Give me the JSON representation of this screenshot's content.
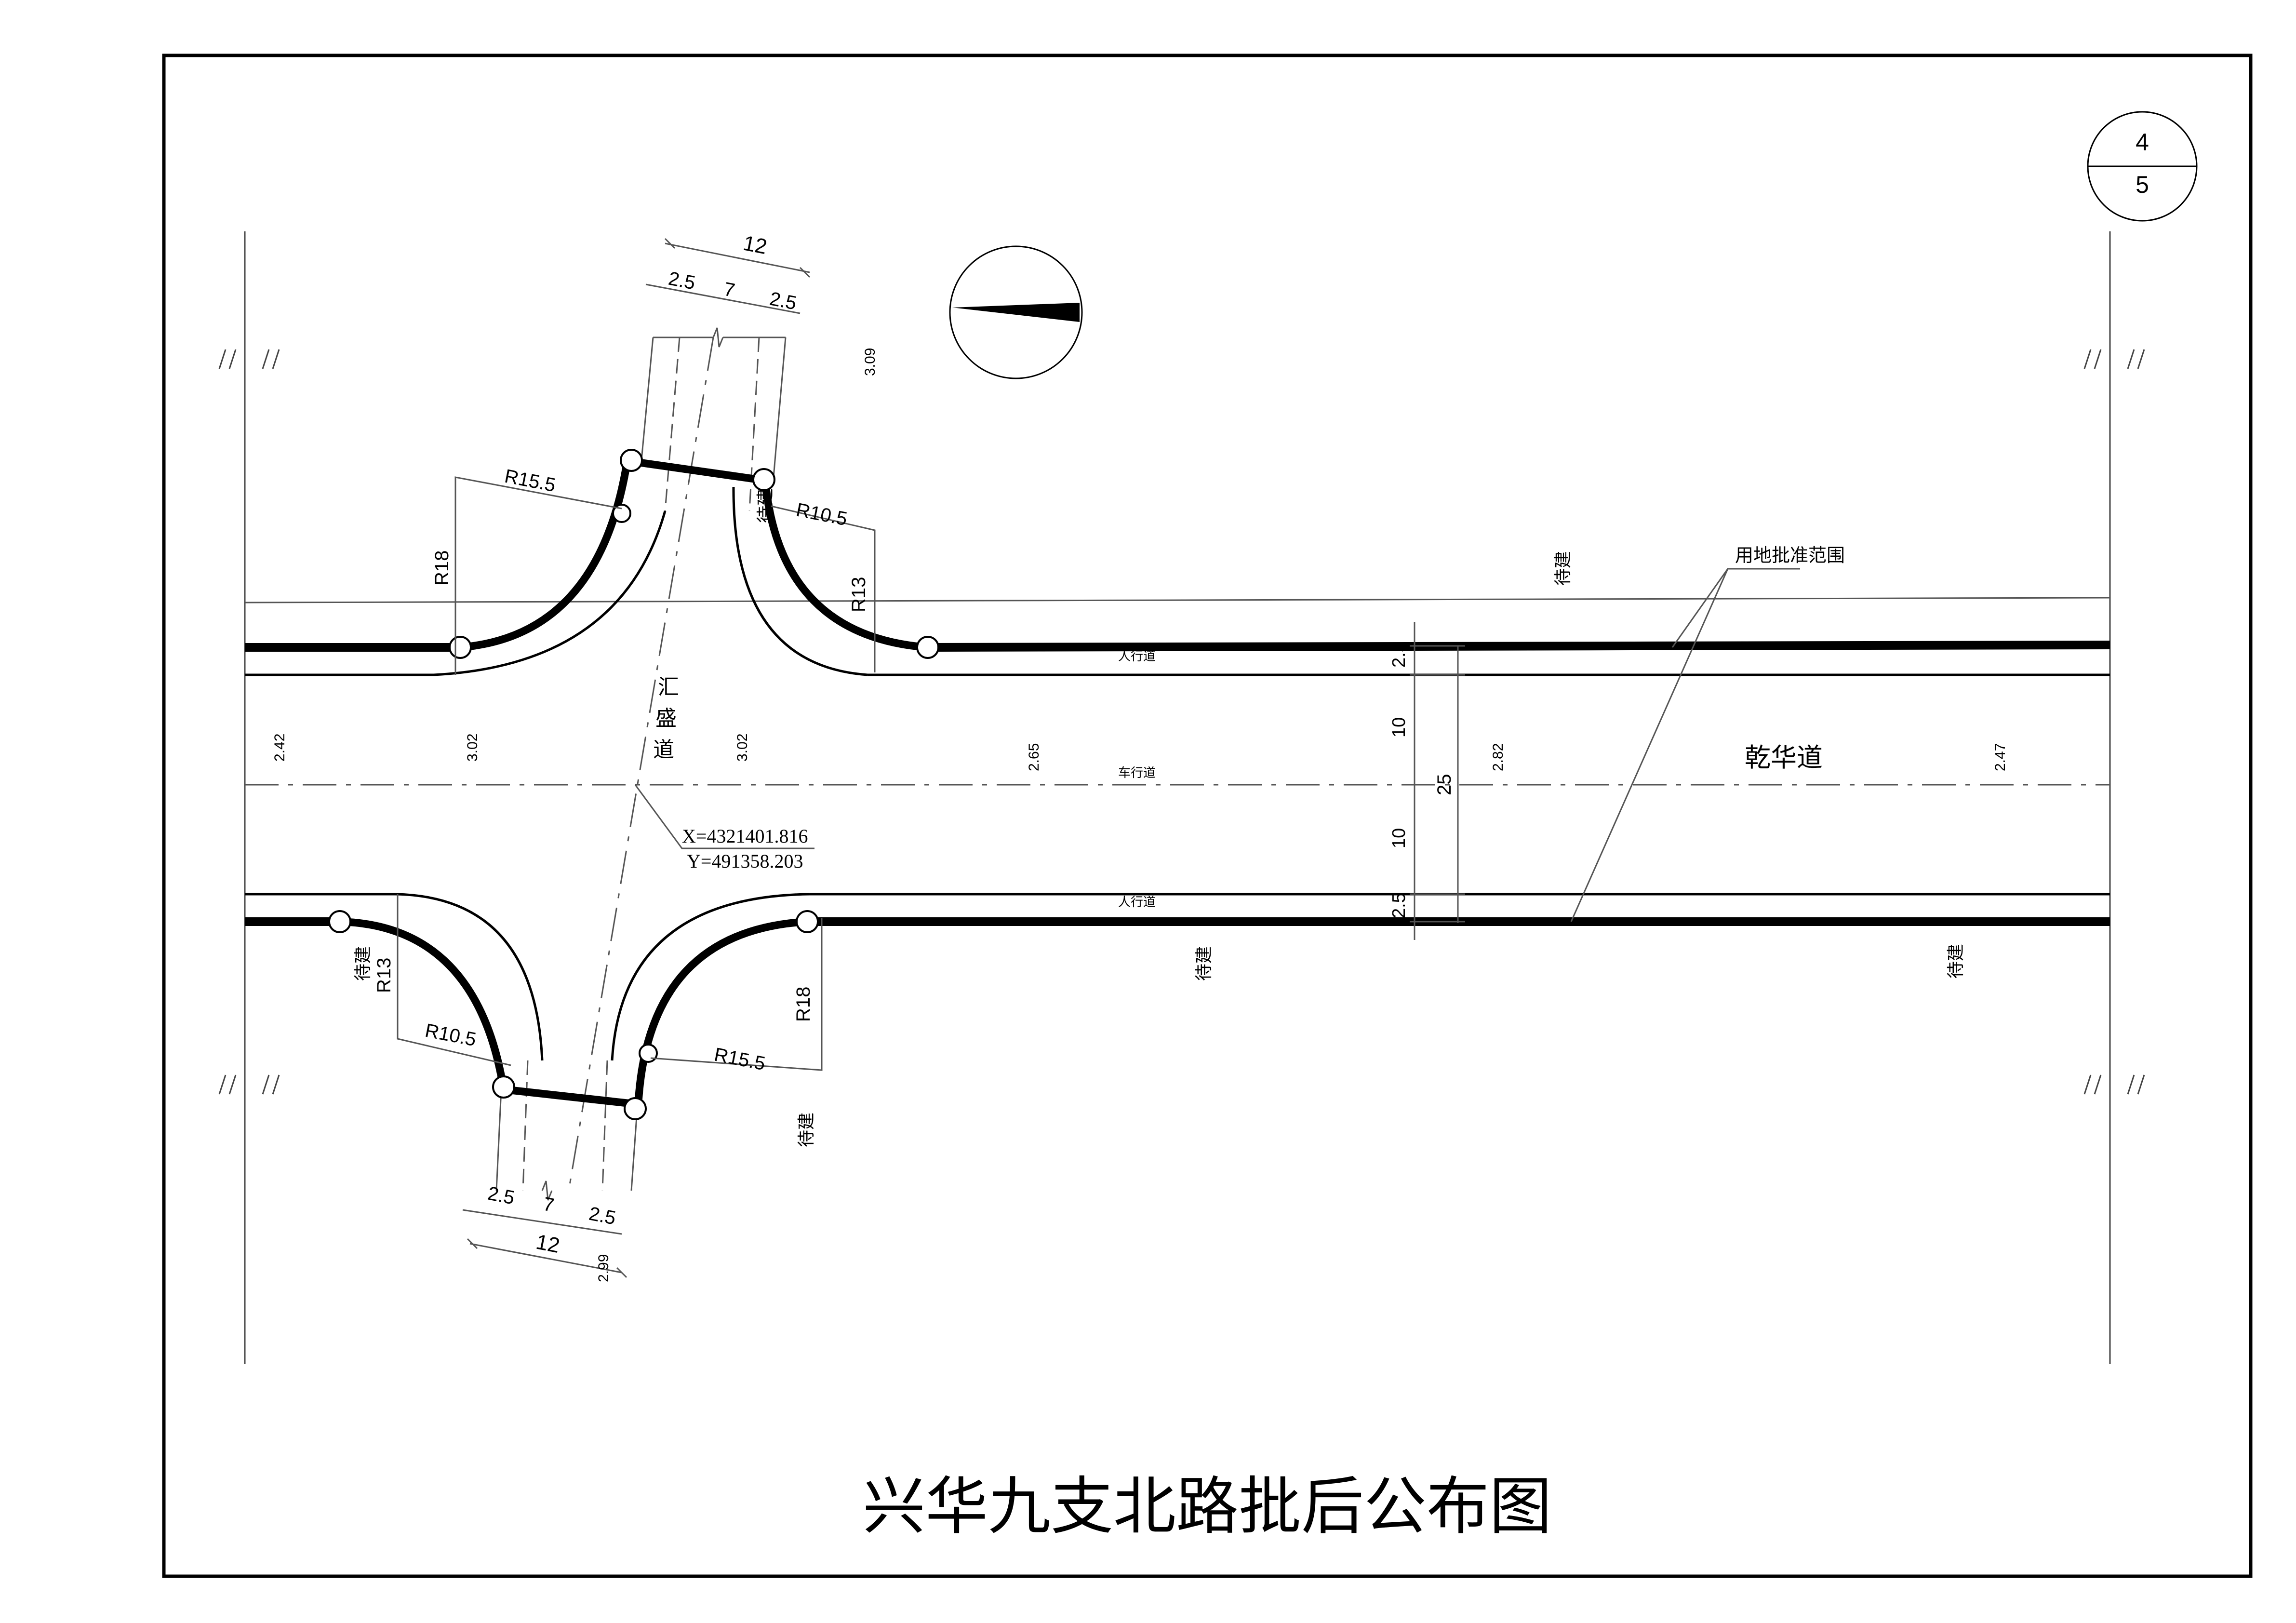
{
  "sheet": {
    "number": "4",
    "total": "5"
  },
  "title": "兴华九支北路批后公布图",
  "roads": {
    "main_name": "乾华道",
    "branch_name_chars": [
      "汇",
      "盛",
      "道"
    ],
    "carriageway_label": "车行道",
    "sidewalk_label": "人行道",
    "planned_label": "待建",
    "boundary_label": "用地批准范围"
  },
  "coordinates": {
    "x": "X=4321401.816",
    "y": "Y=491358.203"
  },
  "elevations": [
    "2.42",
    "3.02",
    "3.02",
    "2.65",
    "2.82",
    "2.47",
    "3.09",
    "2.99"
  ],
  "dimensions": {
    "branch_total": "12",
    "sidewalk": "2.5",
    "carriageway": "7",
    "main_total": "25",
    "main_half": "10",
    "main_sidewalk": "2.5"
  },
  "radii": {
    "nw_outer": "R15.5",
    "nw_inner": "R18",
    "ne_outer": "R10.5",
    "ne_inner": "R13",
    "sw_outer": "R10.5",
    "sw_inner": "R13",
    "se_outer": "R15.5",
    "se_inner": "R18"
  }
}
